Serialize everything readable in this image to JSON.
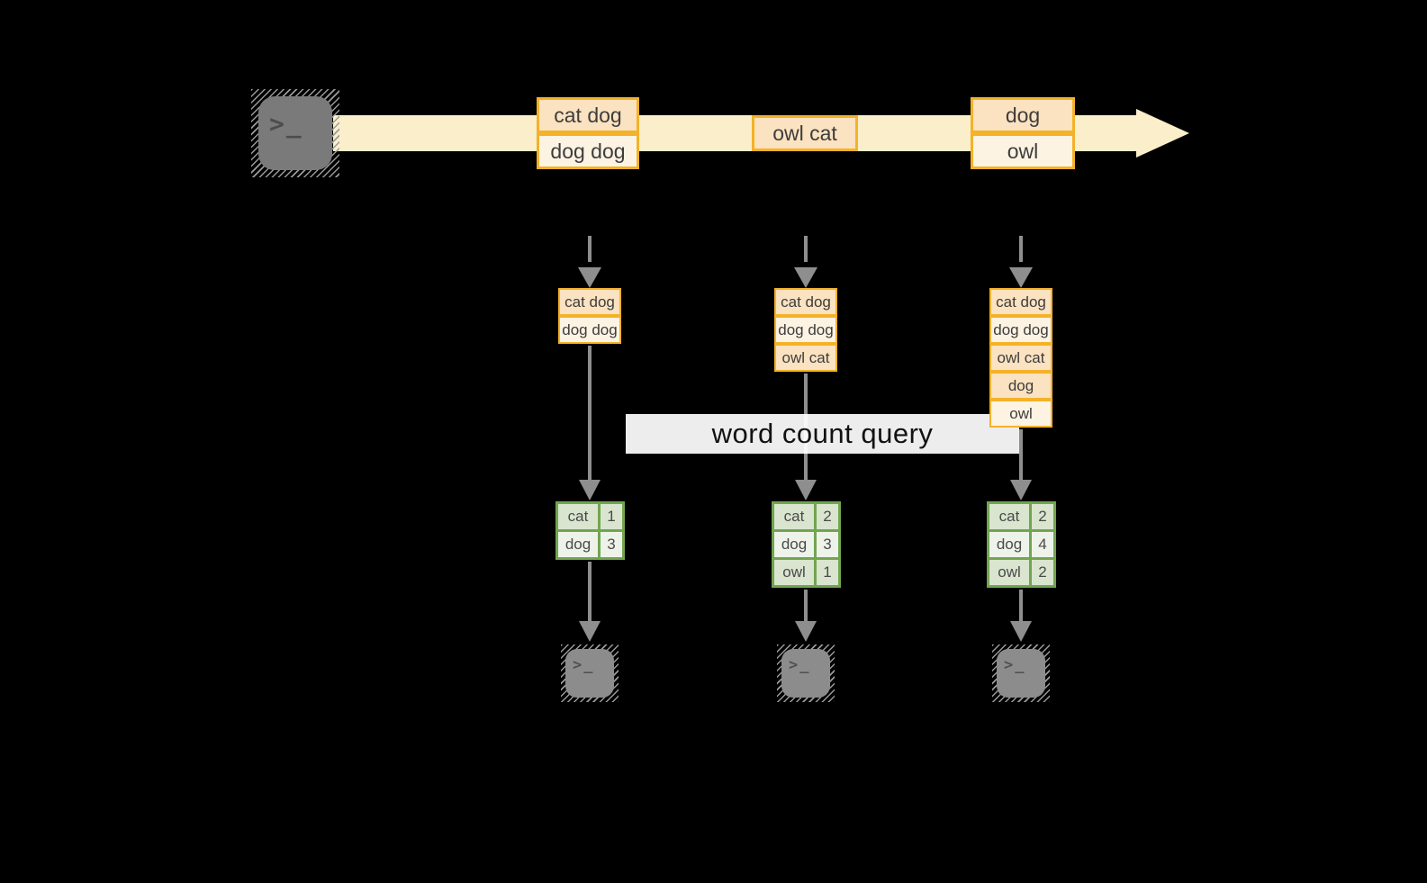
{
  "colors": {
    "background": "#000000",
    "orange-border": "#F3B229",
    "peach-fill": "#FBE2C0",
    "cream-fill": "#FDF3E3",
    "band-fill": "#FAEECB",
    "green-border": "#71A550",
    "green-dark-fill": "#D9E5CE",
    "green-light-fill": "#EEF3EA",
    "arrow-gray": "#8E8E8E",
    "icon-fill": "#7A7A7A",
    "sink-icon-fill": "#8C8C8C",
    "hatch-gray": "#9A9A9A",
    "banner-bg": "#FFFFFF",
    "text-dark": "#3D3D3D"
  },
  "banner": {
    "label": "word count query"
  },
  "icons": {
    "terminal_glyph": ">_"
  },
  "stream": {
    "records": [
      {
        "lines": [
          "cat dog",
          "dog dog"
        ]
      },
      {
        "lines": [
          "owl cat"
        ]
      },
      {
        "lines": [
          "dog",
          "owl"
        ]
      }
    ]
  },
  "columns": [
    {
      "stack": [
        "cat dog",
        "dog dog"
      ],
      "counts": [
        {
          "word": "cat",
          "count": "1"
        },
        {
          "word": "dog",
          "count": "3"
        }
      ]
    },
    {
      "stack": [
        "cat dog",
        "dog dog",
        "owl cat"
      ],
      "counts": [
        {
          "word": "cat",
          "count": "2"
        },
        {
          "word": "dog",
          "count": "3"
        },
        {
          "word": "owl",
          "count": "1"
        }
      ]
    },
    {
      "stack": [
        "cat dog",
        "dog dog",
        "owl cat",
        "dog",
        "owl"
      ],
      "counts": [
        {
          "word": "cat",
          "count": "2"
        },
        {
          "word": "dog",
          "count": "4"
        },
        {
          "word": "owl",
          "count": "2"
        }
      ]
    }
  ]
}
